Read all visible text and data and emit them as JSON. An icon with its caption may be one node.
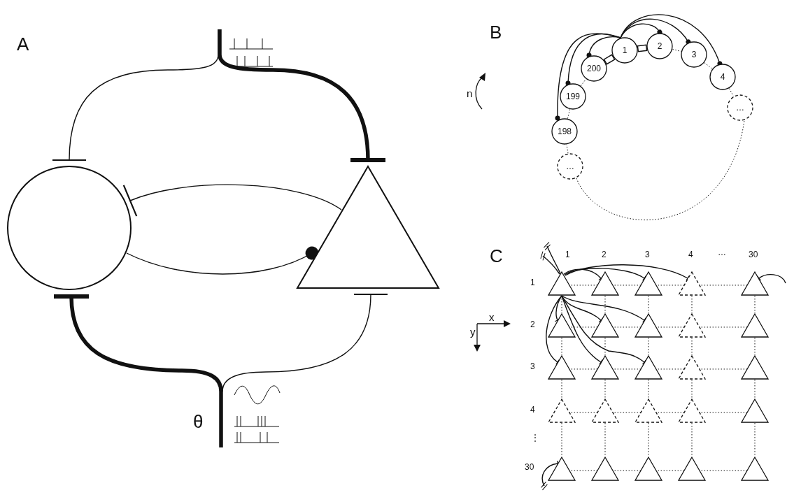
{
  "diagram": {
    "nodes": [
      {
        "text": [],
        "shape": "circle"
      },
      {
        "text": [],
        "shape": "triangle"
      },
      {
        "text": [
          "1"
        ]
      },
      {
        "text": [
          "2"
        ]
      },
      {
        "text": [
          "3"
        ]
      },
      {
        "text": [
          "4"
        ]
      },
      {
        "text": [
          "…"
        ]
      },
      {
        "text": [
          "…"
        ]
      },
      {
        "text": [
          "198"
        ]
      },
      {
        "text": [
          "199"
        ]
      },
      {
        "text": [
          "200"
        ]
      },
      {
        "text": [],
        "shape": "triangle"
      },
      {
        "text": [],
        "shape": "triangle"
      },
      {
        "text": [],
        "shape": "triangle"
      },
      {
        "text": [],
        "shape": "triangle"
      },
      {
        "text": [],
        "shape": "triangle"
      },
      {
        "text": [],
        "shape": "triangle"
      },
      {
        "text": [],
        "shape": "triangle"
      },
      {
        "text": [],
        "shape": "triangle"
      },
      {
        "text": [],
        "shape": "triangle"
      },
      {
        "text": [],
        "shape": "triangle"
      },
      {
        "text": [],
        "shape": "triangle"
      },
      {
        "text": [],
        "shape": "triangle"
      },
      {
        "text": [],
        "shape": "triangle"
      },
      {
        "text": [],
        "shape": "triangle"
      },
      {
        "text": [],
        "shape": "triangle"
      },
      {
        "text": [],
        "shape": "triangle"
      },
      {
        "text": [],
        "shape": "triangle"
      },
      {
        "text": [],
        "shape": "triangle"
      },
      {
        "text": [],
        "shape": "triangle"
      },
      {
        "text": [],
        "shape": "triangle"
      },
      {
        "text": [],
        "shape": "triangle"
      },
      {
        "text": [],
        "shape": "triangle"
      },
      {
        "text": [],
        "shape": "triangle"
      },
      {
        "text": [],
        "shape": "triangle"
      },
      {
        "text": [],
        "shape": "triangle"
      }
    ],
    "edges": [
      {
        "from": null,
        "to": 0,
        "arrow": "other"
      },
      {
        "from": null,
        "to": 1,
        "arrow": "other",
        "style": "thick"
      },
      {
        "from": 1,
        "to": 0,
        "arrow": "other"
      },
      {
        "from": 0,
        "to": 1,
        "arrow": "other"
      },
      {
        "from": null,
        "to": 0,
        "arrow": "other",
        "style": "thick"
      },
      {
        "from": null,
        "to": 1,
        "arrow": "other"
      },
      {
        "from": 2,
        "to": 3,
        "arrow": "none"
      },
      {
        "from": 2,
        "to": 10,
        "arrow": "none"
      },
      {
        "from": 2,
        "to": 3,
        "arrow": "other"
      },
      {
        "from": 2,
        "to": 4,
        "arrow": "other"
      },
      {
        "from": 2,
        "to": 5,
        "arrow": "other"
      },
      {
        "from": 2,
        "to": 10,
        "arrow": "other"
      },
      {
        "from": 2,
        "to": 9,
        "arrow": "other"
      },
      {
        "from": 2,
        "to": 8,
        "arrow": "other"
      },
      {
        "from": 3,
        "to": 4,
        "arrow": "none",
        "style": "dashed"
      },
      {
        "from": 4,
        "to": 5,
        "arrow": "none",
        "style": "dashed"
      },
      {
        "from": 5,
        "to": 6,
        "arrow": "none",
        "style": "dashed"
      },
      {
        "from": 6,
        "to": 7,
        "arrow": "none",
        "style": "dashed"
      },
      {
        "from": 7,
        "to": 8,
        "arrow": "none",
        "style": "dashed"
      },
      {
        "from": 8,
        "to": 9,
        "arrow": "none",
        "style": "dashed"
      },
      {
        "from": 9,
        "to": 10,
        "arrow": "none",
        "style": "dashed"
      },
      {
        "from": 11,
        "to": 12,
        "arrow": "other"
      },
      {
        "from": 11,
        "to": 13,
        "arrow": "other"
      },
      {
        "from": 11,
        "to": 14,
        "arrow": "other"
      },
      {
        "from": 11,
        "to": 16,
        "arrow": "other"
      },
      {
        "from": 11,
        "to": 17,
        "arrow": "other"
      },
      {
        "from": 11,
        "to": 18,
        "arrow": "other"
      },
      {
        "from": 11,
        "to": 21,
        "arrow": "other"
      },
      {
        "from": 11,
        "to": 22,
        "arrow": "other"
      },
      {
        "from": 11,
        "to": 23,
        "arrow": "other"
      },
      {
        "from": 11,
        "to": null,
        "arrow": "other"
      },
      {
        "from": 11,
        "to": null,
        "arrow": "other"
      },
      {
        "from": null,
        "to": 15,
        "arrow": "other"
      },
      {
        "from": null,
        "to": 31,
        "arrow": "other"
      },
      {
        "from": 11,
        "to": 12,
        "arrow": "none",
        "style": "dashed"
      },
      {
        "from": 12,
        "to": 13,
        "arrow": "none",
        "style": "dashed"
      },
      {
        "from": 13,
        "to": 14,
        "arrow": "none",
        "style": "dashed"
      },
      {
        "from": 14,
        "to": 15,
        "arrow": "none",
        "style": "dashed"
      },
      {
        "from": 16,
        "to": 17,
        "arrow": "none",
        "style": "dashed"
      },
      {
        "from": 17,
        "to": 18,
        "arrow": "none",
        "style": "dashed"
      },
      {
        "from": 18,
        "to": 19,
        "arrow": "none",
        "style": "dashed"
      },
      {
        "from": 19,
        "to": 20,
        "arrow": "none",
        "style": "dashed"
      },
      {
        "from": 21,
        "to": 22,
        "arrow": "none",
        "style": "dashed"
      },
      {
        "from": 22,
        "to": 23,
        "arrow": "none",
        "style": "dashed"
      },
      {
        "from": 23,
        "to": 24,
        "arrow": "none",
        "style": "dashed"
      },
      {
        "from": 24,
        "to": 25,
        "arrow": "none",
        "style": "dashed"
      },
      {
        "from": 26,
        "to": 27,
        "arrow": "none",
        "style": "dashed"
      },
      {
        "from": 27,
        "to": 28,
        "arrow": "none",
        "style": "dashed"
      },
      {
        "from": 28,
        "to": 29,
        "arrow": "none",
        "style": "dashed"
      },
      {
        "from": 29,
        "to": 30,
        "arrow": "none",
        "style": "dashed"
      },
      {
        "from": 31,
        "to": 32,
        "arrow": "none",
        "style": "dashed"
      },
      {
        "from": 32,
        "to": 33,
        "arrow": "none",
        "style": "dashed"
      },
      {
        "from": 33,
        "to": 34,
        "arrow": "none",
        "style": "dashed"
      },
      {
        "from": 34,
        "to": 35,
        "arrow": "none",
        "style": "dashed"
      },
      {
        "from": 11,
        "to": 16,
        "arrow": "none",
        "style": "dashed"
      },
      {
        "from": 16,
        "to": 21,
        "arrow": "none",
        "style": "dashed"
      },
      {
        "from": 21,
        "to": 26,
        "arrow": "none",
        "style": "dashed"
      },
      {
        "from": 26,
        "to": 31,
        "arrow": "none",
        "style": "dashed"
      },
      {
        "from": 12,
        "to": 17,
        "arrow": "none",
        "style": "dashed"
      },
      {
        "from": 17,
        "to": 22,
        "arrow": "none",
        "style": "dashed"
      },
      {
        "from": 22,
        "to": 27,
        "arrow": "none",
        "style": "dashed"
      },
      {
        "from": 27,
        "to": 32,
        "arrow": "none",
        "style": "dashed"
      },
      {
        "from": 13,
        "to": 18,
        "arrow": "none",
        "style": "dashed"
      },
      {
        "from": 18,
        "to": 23,
        "arrow": "none",
        "style": "dashed"
      },
      {
        "from": 23,
        "to": 28,
        "arrow": "none",
        "style": "dashed"
      },
      {
        "from": 28,
        "to": 33,
        "arrow": "none",
        "style": "dashed"
      },
      {
        "from": 14,
        "to": 19,
        "arrow": "none",
        "style": "dashed"
      },
      {
        "from": 19,
        "to": 24,
        "arrow": "none",
        "style": "dashed"
      },
      {
        "from": 24,
        "to": 29,
        "arrow": "none",
        "style": "dashed"
      },
      {
        "from": 29,
        "to": 34,
        "arrow": "none",
        "style": "dashed"
      },
      {
        "from": 15,
        "to": 20,
        "arrow": "none",
        "style": "dashed"
      },
      {
        "from": 20,
        "to": 25,
        "arrow": "none",
        "style": "dashed"
      },
      {
        "from": 25,
        "to": 30,
        "arrow": "none",
        "style": "dashed"
      },
      {
        "from": 30,
        "to": 35,
        "arrow": "none",
        "style": "dashed"
      }
    ],
    "labels": [
      "A",
      "θ",
      "B",
      "n",
      "C",
      "1",
      "2",
      "3",
      "4",
      "…",
      "30",
      "1",
      "2",
      "3",
      "4",
      "⋮",
      "30",
      "x",
      "y"
    ]
  }
}
